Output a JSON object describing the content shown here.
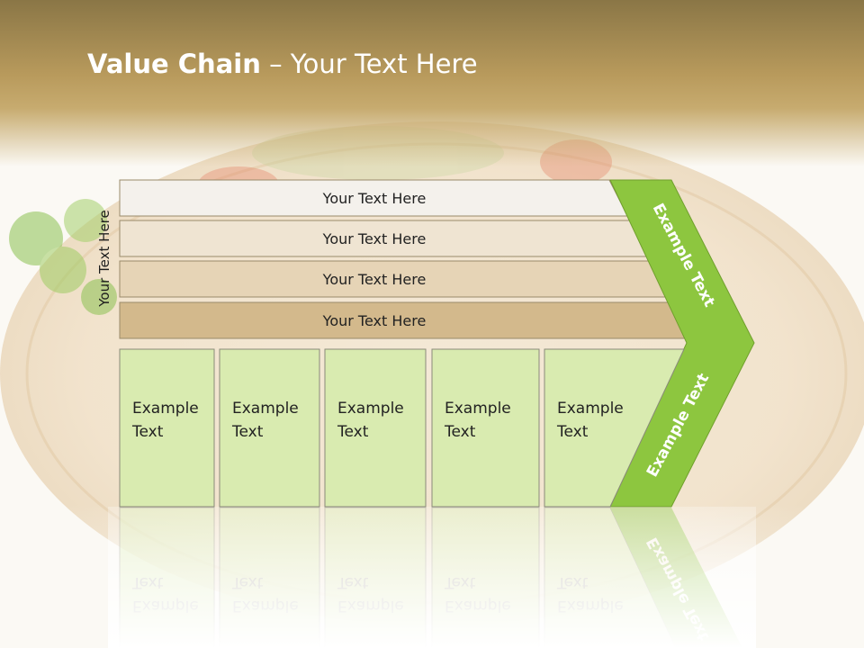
{
  "slide": {
    "title_bold": "Value Chain",
    "title_rest": " – Your Text Here",
    "side_label": "Your Text Here"
  },
  "rows": [
    {
      "label": "Your Text Here",
      "fill": "#f4f1ec"
    },
    {
      "label": "Your Text Here",
      "fill": "#efe4d2"
    },
    {
      "label": "Your Text Here",
      "fill": "#e6d4b6"
    },
    {
      "label": "Your Text Here",
      "fill": "#d3b98c"
    }
  ],
  "boxes": [
    {
      "line1": "Example",
      "line2": "Text"
    },
    {
      "line1": "Example",
      "line2": "Text"
    },
    {
      "line1": "Example",
      "line2": "Text"
    },
    {
      "line1": "Example",
      "line2": "Text"
    },
    {
      "line1": "Example",
      "line2": "Text"
    }
  ],
  "chevron": {
    "upper_label": "Example Text",
    "lower_label": "Example Text",
    "color": "#8dc63f"
  },
  "colors": {
    "header": "#b89a5c",
    "box_fill": "#d9ebb0",
    "box_stroke": "#8a8a7a"
  }
}
